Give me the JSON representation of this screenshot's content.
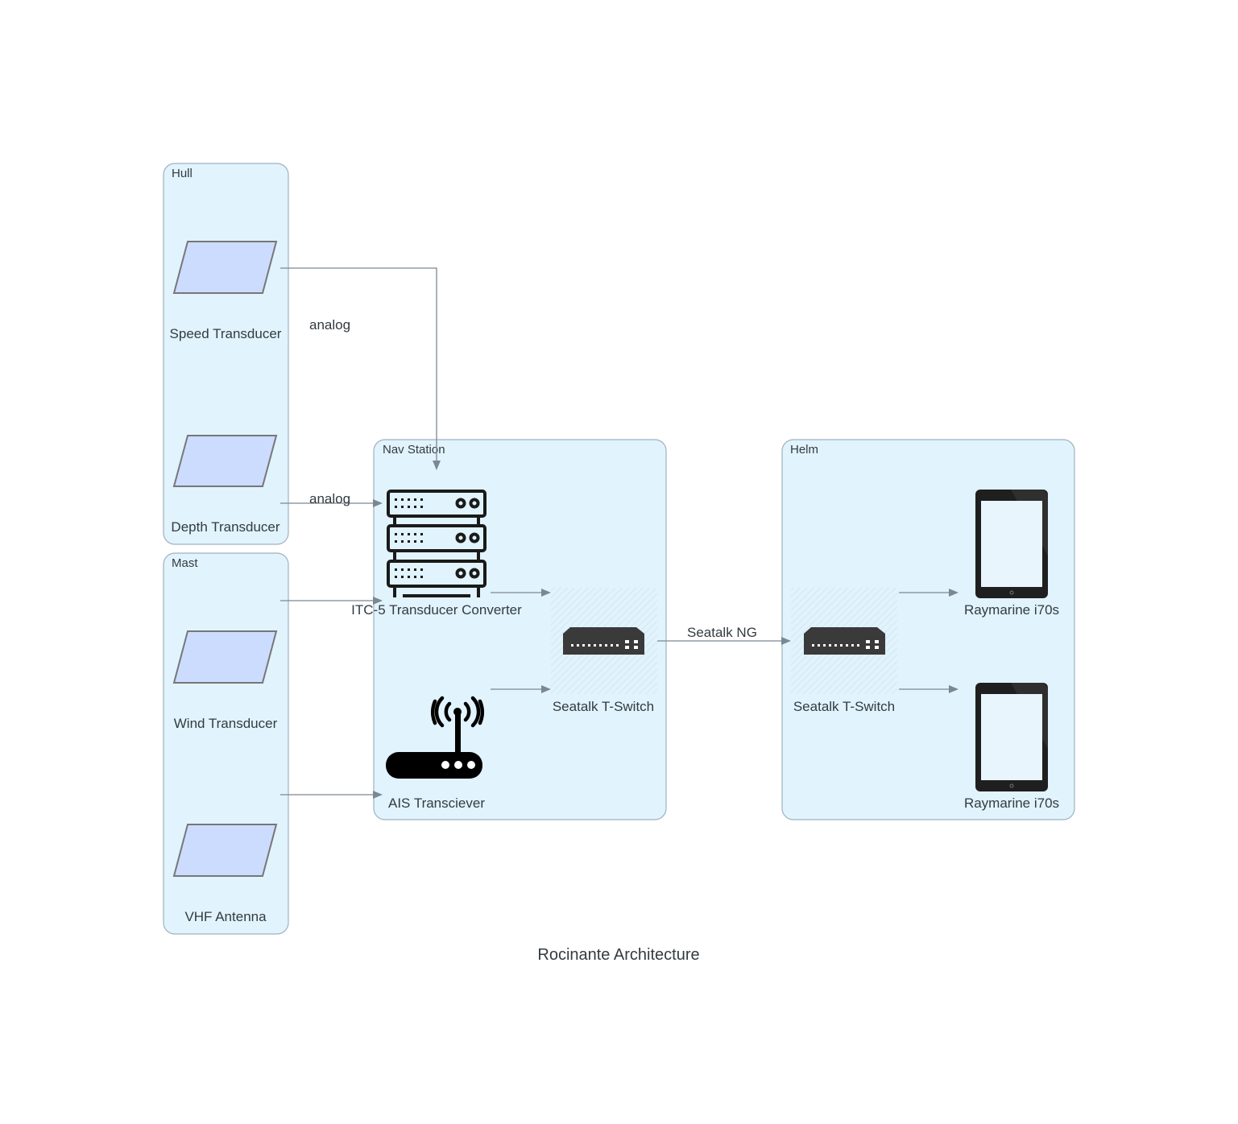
{
  "diagram": {
    "title": "Rocinante Architecture",
    "clusters": {
      "hull": "Hull",
      "mast": "Mast",
      "nav": "Nav Station",
      "helm": "Helm"
    },
    "nodes": {
      "speed": "Speed Transducer",
      "depth": "Depth Transducer",
      "wind": "Wind Transducer",
      "vhf": "VHF Antenna",
      "itc5": "ITC-5 Transducer Converter",
      "ais": "AIS Transciever",
      "nav_switch": "Seatalk T-Switch",
      "helm_switch": "Seatalk T-Switch",
      "display1": "Raymarine i70s",
      "display2": "Raymarine i70s"
    },
    "edges": {
      "speed_itc": "analog",
      "depth_itc": "analog",
      "switch_switch": "Seatalk NG"
    },
    "colors": {
      "cluster_fill": "#e1f3fc",
      "cluster_stroke": "#9eb2bf",
      "edge": "#7b8894",
      "transducer_fill": "#ccdcff"
    }
  }
}
